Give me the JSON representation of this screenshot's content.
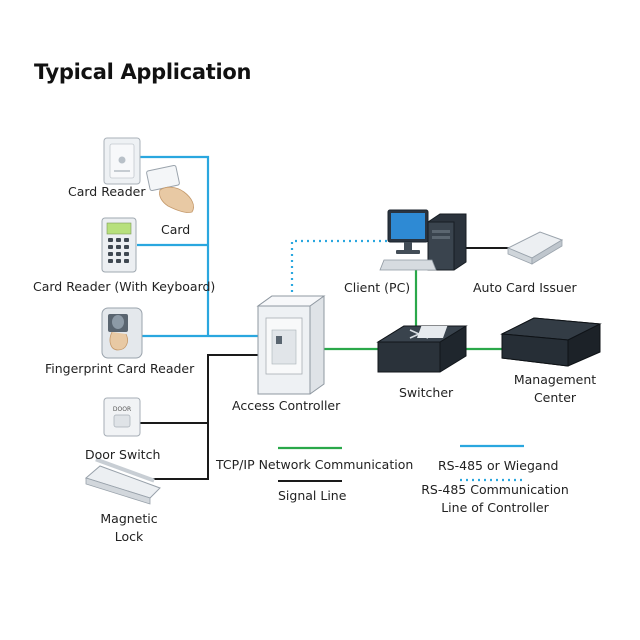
{
  "title": "Typical Application",
  "colors": {
    "tcpip": "#2aa84a",
    "rs485": "#2aa7df",
    "signal": "#1a1a1a",
    "rs485_dotted": "#2aa7df"
  },
  "devices": {
    "card_reader": "Card Reader",
    "card": "Card",
    "card_reader_keyboard": "Card Reader (With Keyboard)",
    "fingerprint_reader": "Fingerprint Card Reader",
    "door_switch": "Door Switch",
    "magnetic_lock_line1": "Magnetic",
    "magnetic_lock_line2": "Lock",
    "access_controller": "Access Controller",
    "client_pc": "Client (PC)",
    "auto_card_issuer": "Auto Card Issuer",
    "switcher": "Switcher",
    "management_center_line1": "Management",
    "management_center_line2": "Center"
  },
  "legend": {
    "tcpip": "TCP/IP Network Communication",
    "signal": "Signal Line",
    "rs485": "RS-485 or Wiegand",
    "rs485_comm_line1": "RS-485 Communication",
    "rs485_comm_line2": "Line of Controller"
  },
  "device_markings": {
    "door_switch_text": "DOOR"
  }
}
